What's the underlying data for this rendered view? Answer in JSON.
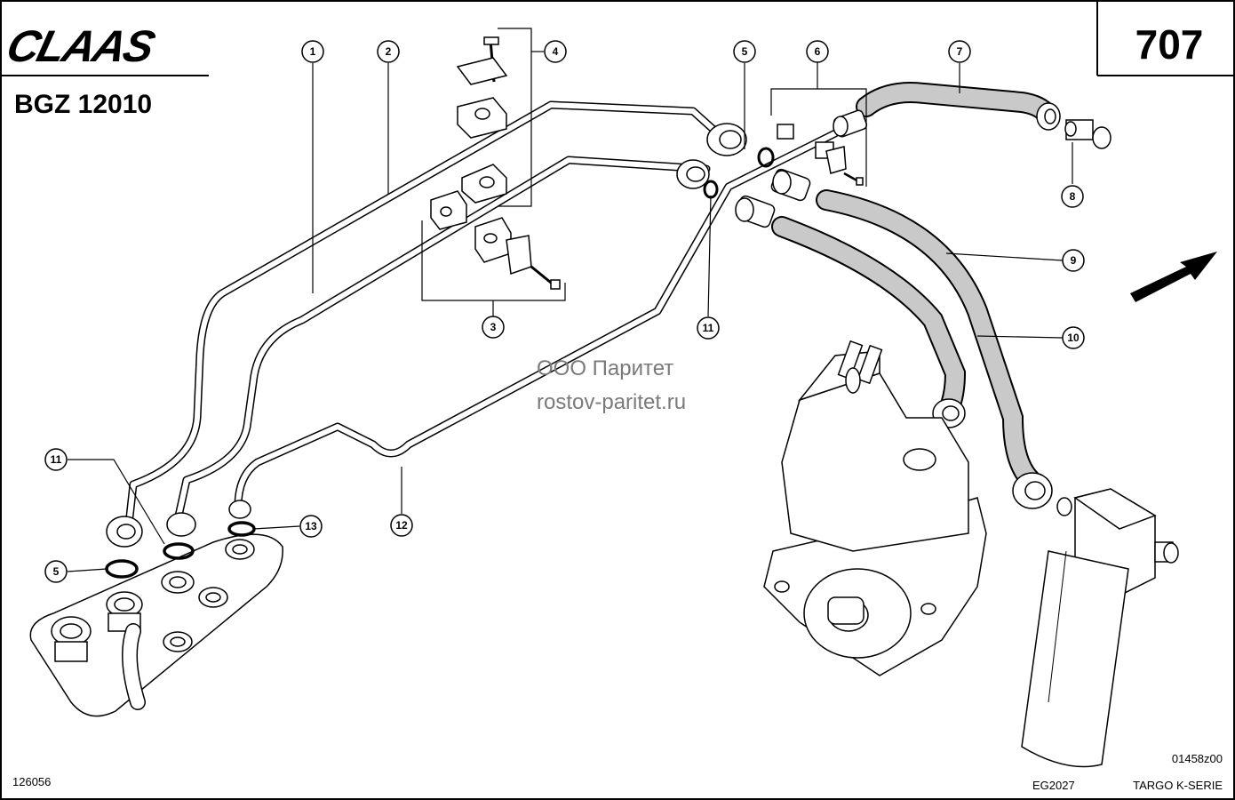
{
  "header": {
    "brand": "CLAAS",
    "group_code": "BGZ 12010",
    "page_number": "707"
  },
  "watermark": {
    "line1": "ООО Паритет",
    "line2": "rostov-paritet.ru"
  },
  "callouts": [
    "1",
    "2",
    "3",
    "4",
    "5",
    "6",
    "7",
    "8",
    "9",
    "10",
    "11",
    "11",
    "12",
    "13",
    "5"
  ],
  "footer": {
    "left_code": "126056",
    "drawing_code": "01458z00",
    "eg_code": "EG2027",
    "series": "TARGO K-SERIE"
  },
  "colors": {
    "ink": "#000000",
    "hose_fill": "#c9c9c9",
    "background": "#ffffff"
  }
}
